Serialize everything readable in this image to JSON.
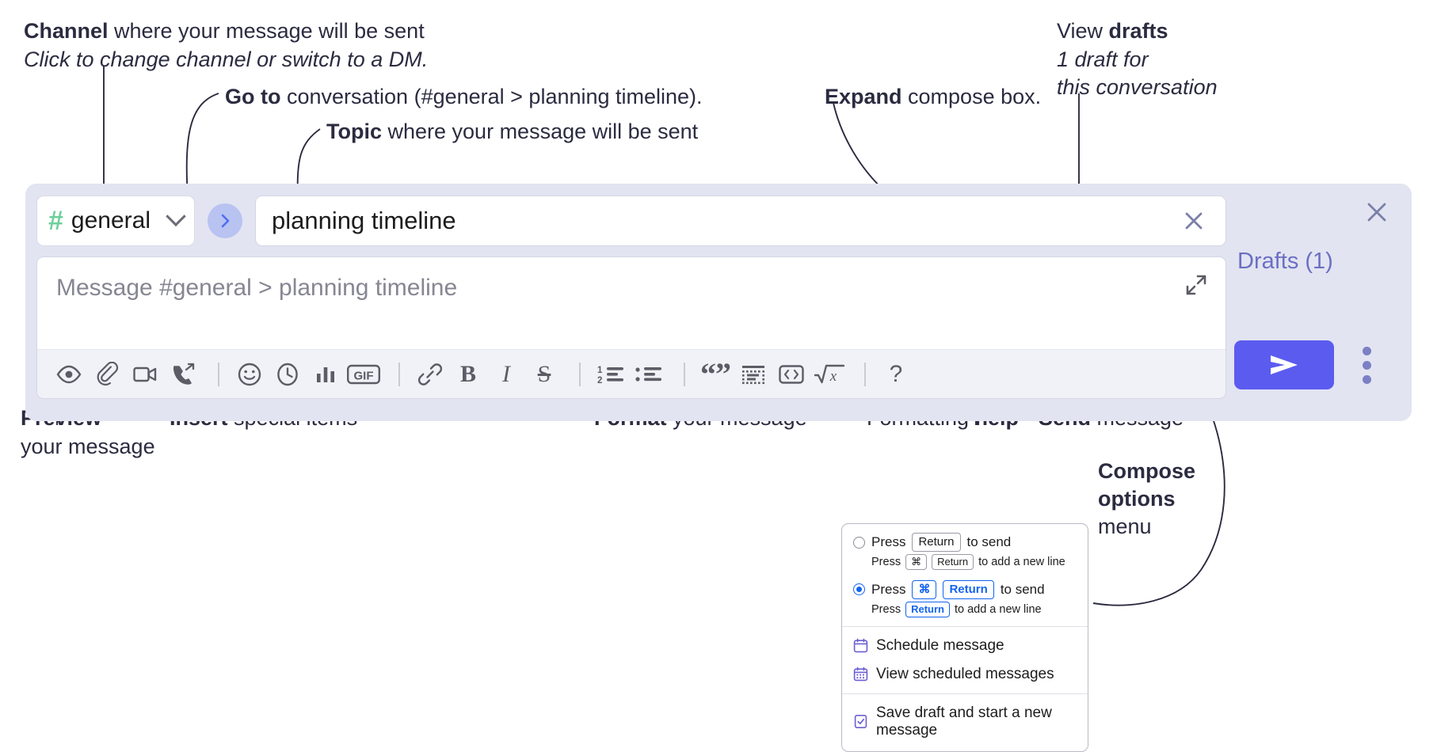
{
  "annotations": {
    "channel": {
      "bold": "Channel",
      "rest": " where your message will be sent",
      "italic": "Click to change channel or switch to a DM."
    },
    "goto": {
      "bold": "Go to",
      "rest": " conversation (#general > planning timeline)."
    },
    "topic": {
      "bold": "Topic",
      "rest": " where your message will be sent"
    },
    "expand": {
      "bold": "Expand",
      "rest": " compose box."
    },
    "drafts": {
      "plain": "View ",
      "bold": "drafts",
      "italic1": "1 draft for",
      "italic2": "this conversation"
    },
    "preview": {
      "bold": "Preview",
      "line2": "your message"
    },
    "insert": {
      "bold": "Insert",
      "rest": " special items"
    },
    "format": {
      "bold": "Format",
      "rest": " your message"
    },
    "help": {
      "plain": "Formatting ",
      "bold": "help"
    },
    "send": {
      "bold": "Send",
      "rest": " message"
    },
    "compose_options": {
      "bold1": "Compose",
      "bold2": "options",
      "plain": "menu"
    }
  },
  "compose": {
    "channel": {
      "hash": "#",
      "name": "general",
      "chevron": "chevron-down-icon"
    },
    "goto_icon": "chevron-right-icon",
    "topic": {
      "value": "planning timeline",
      "clear_icon": "close-icon"
    },
    "message": {
      "placeholder": "Message #general > planning timeline",
      "value": ""
    },
    "expand_icon": "expand-icon",
    "toolbar": [
      {
        "name": "preview-button",
        "icon": "eye-icon"
      },
      {
        "name": "attach-button",
        "icon": "paperclip-icon"
      },
      {
        "name": "video-clip-button",
        "icon": "video-camera-icon"
      },
      {
        "name": "audio-clip-button",
        "icon": "phone-forward-icon"
      },
      {
        "name": "separator-1",
        "icon": "separator"
      },
      {
        "name": "emoji-button",
        "icon": "smiley-icon"
      },
      {
        "name": "reminder-button",
        "icon": "clock-icon"
      },
      {
        "name": "poll-button",
        "icon": "bar-chart-icon"
      },
      {
        "name": "gif-button",
        "icon": "gif-icon",
        "label": "GIF"
      },
      {
        "name": "separator-2",
        "icon": "separator"
      },
      {
        "name": "link-button",
        "icon": "link-icon"
      },
      {
        "name": "bold-button",
        "icon": "bold-icon",
        "label": "B"
      },
      {
        "name": "italic-button",
        "icon": "italic-icon",
        "label": "I"
      },
      {
        "name": "strikethrough-button",
        "icon": "strikethrough-icon",
        "label": "S"
      },
      {
        "name": "separator-3",
        "icon": "separator"
      },
      {
        "name": "ordered-list-button",
        "icon": "ordered-list-icon"
      },
      {
        "name": "bulleted-list-button",
        "icon": "bulleted-list-icon"
      },
      {
        "name": "separator-4",
        "icon": "separator"
      },
      {
        "name": "blockquote-button",
        "icon": "quote-icon"
      },
      {
        "name": "code-block-button",
        "icon": "code-block-icon"
      },
      {
        "name": "code-inline-button",
        "icon": "code-brackets-icon"
      },
      {
        "name": "math-button",
        "icon": "square-root-x-icon"
      },
      {
        "name": "separator-5",
        "icon": "separator"
      },
      {
        "name": "formatting-help-button",
        "icon": "question-mark-icon",
        "label": "?"
      }
    ],
    "drafts_label": "Drafts (1)",
    "send_icon": "send-paper-plane-icon",
    "compose_options_icon": "kebab-menu-icon",
    "panel_close_icon": "close-icon"
  },
  "options_menu": {
    "option1": {
      "selected": false,
      "press": "Press",
      "key": "Return",
      "to_send": "to send",
      "sub_press": "Press",
      "sub_key1": "⌘",
      "sub_key2": "Return",
      "sub_tail": "to add a new line"
    },
    "option2": {
      "selected": true,
      "press": "Press",
      "key1": "⌘",
      "key2": "Return",
      "to_send": "to send",
      "sub_press": "Press",
      "sub_key": "Return",
      "sub_tail": "to add a new line"
    },
    "items": [
      {
        "name": "schedule-message",
        "label": "Schedule message",
        "icon": "calendar-icon"
      },
      {
        "name": "view-scheduled-messages",
        "label": "View scheduled messages",
        "icon": "calendar-grid-icon"
      },
      {
        "name": "save-draft-new-message",
        "label": "Save draft and start a new message",
        "icon": "document-check-icon"
      }
    ]
  },
  "colors": {
    "panel_bg": "#e2e4f1",
    "accent_send": "#5b5bf0",
    "hash_green": "#6ed09a",
    "drafts_purple": "#6b6fc4",
    "goto_circle": "#b9c3f2",
    "key_blue": "#1264f0",
    "text_dark": "#2b2b40"
  }
}
